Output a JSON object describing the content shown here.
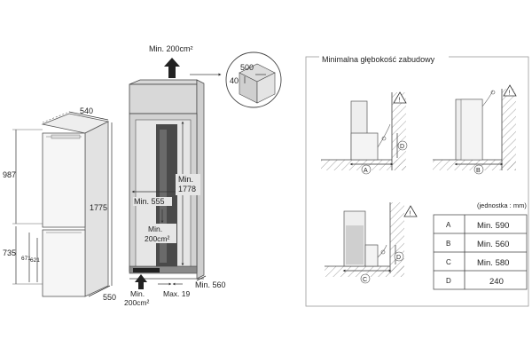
{
  "left": {
    "fridge": {
      "width": "540",
      "depth": "550",
      "height_total": "1775",
      "height_upper": "987",
      "height_lower": "735",
      "h671": "671",
      "h621": "621"
    },
    "cabinet": {
      "top_vent": "Min. 200cm²",
      "inner_width": "Min. 555",
      "inner_height_min": "Min.",
      "inner_height_val": "1778",
      "mid_vent_1": "Min.",
      "mid_vent_2": "200cm²",
      "bottom_vent_1": "Min.",
      "bottom_vent_2": "200cm²",
      "gap": "Max. 19",
      "depth": "Min. 560"
    },
    "detail": {
      "a": "500",
      "b": "40"
    }
  },
  "right": {
    "title": "Minimalna głębokość zabudowy",
    "unit_note": "(jednostka : mm)",
    "markers": {
      "a": "A",
      "b": "B",
      "c": "C",
      "d": "D"
    },
    "table": [
      {
        "key": "A",
        "value": "Min. 590"
      },
      {
        "key": "B",
        "value": "Min. 560"
      },
      {
        "key": "C",
        "value": "Min. 580"
      },
      {
        "key": "D",
        "value": "240"
      }
    ]
  }
}
